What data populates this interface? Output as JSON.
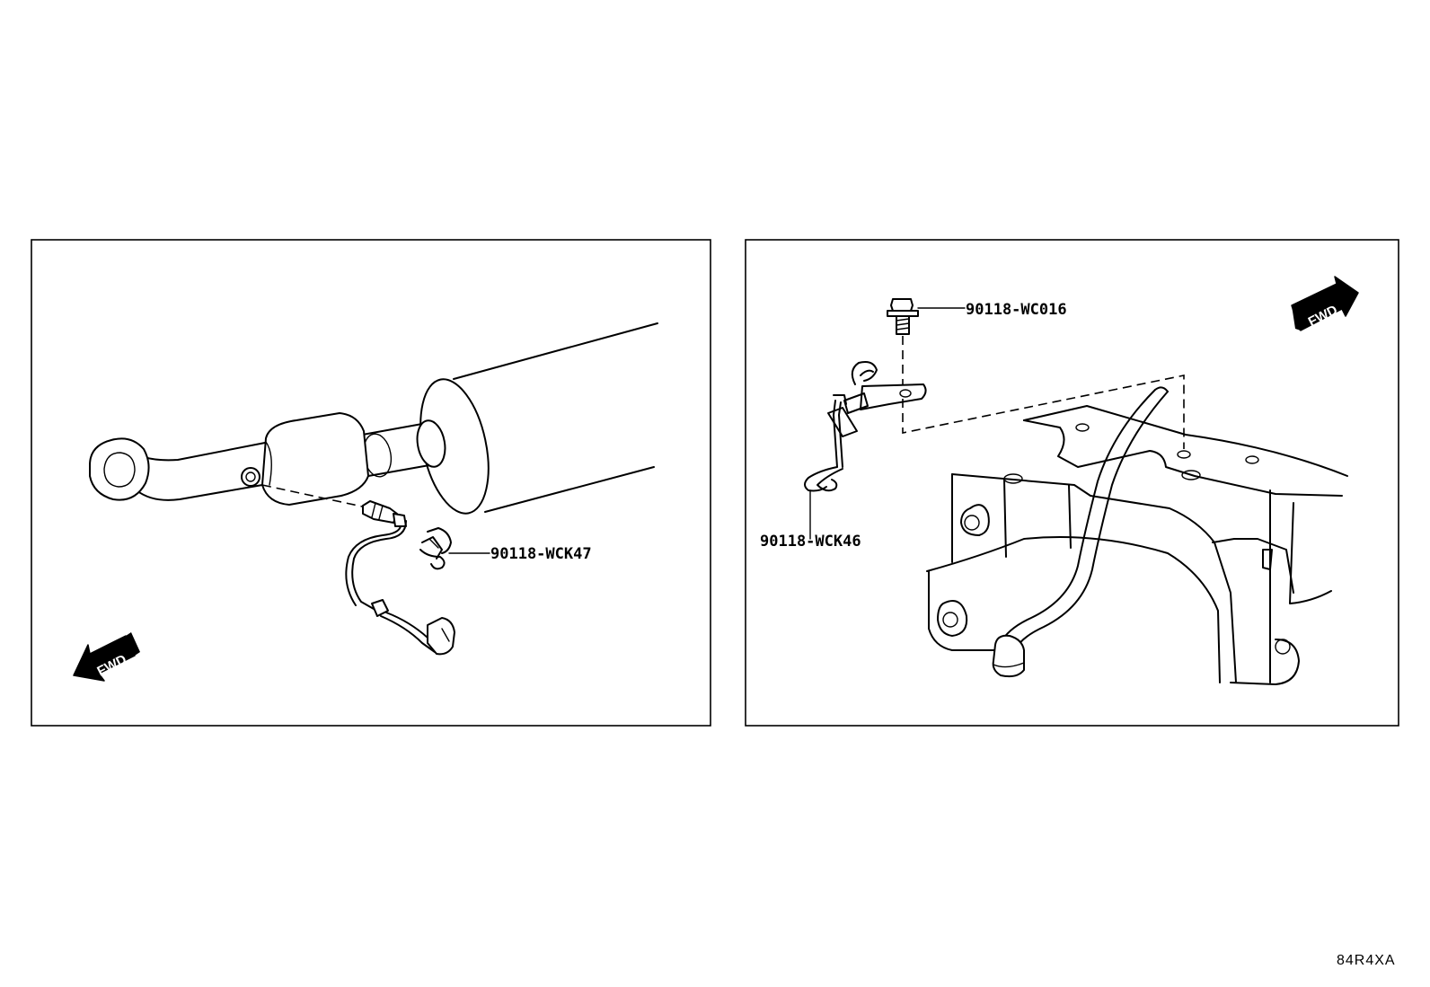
{
  "left_panel": {
    "parts": [
      {
        "label": "90118-WCK47"
      }
    ],
    "direction_badge": "FWD"
  },
  "right_panel": {
    "parts": [
      {
        "label": "90118-WC016"
      },
      {
        "label": "90118-WCK46"
      }
    ],
    "direction_badge": "FWD"
  },
  "illustration_code": "84R4XA",
  "colors": {
    "line": "#000000",
    "background": "#ffffff"
  }
}
